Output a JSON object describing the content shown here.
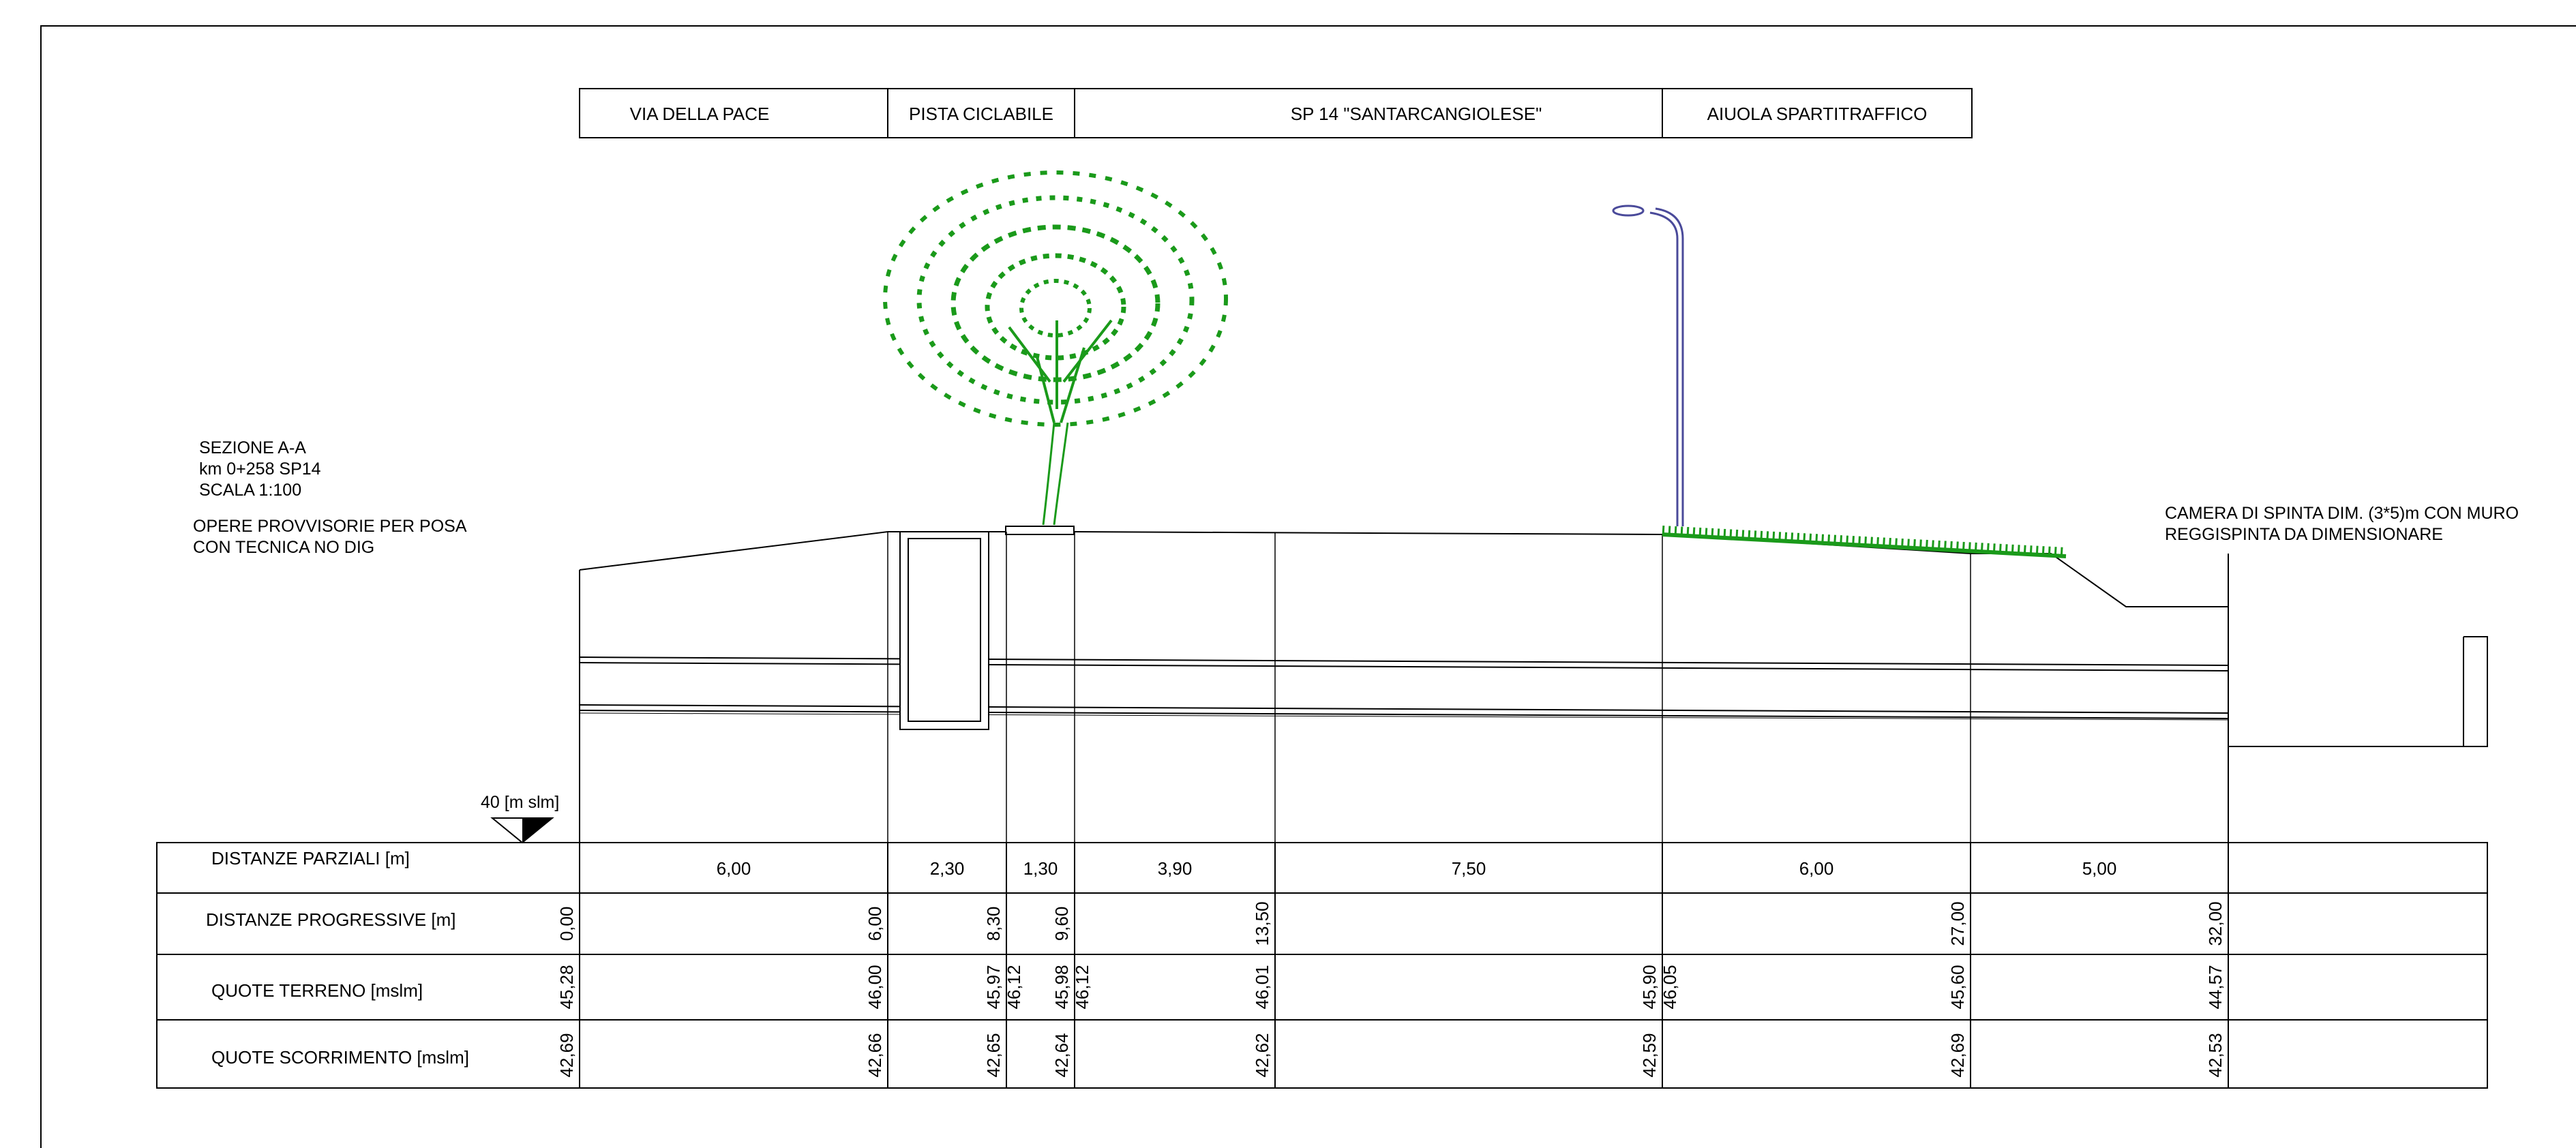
{
  "header": {
    "labels": [
      "VIA DELLA PACE",
      "PISTA CICLABILE",
      "SP 14 \"SANTARCANGIOLESE\"",
      "AIUOLA SPARTITRAFFICO"
    ]
  },
  "section_info": {
    "line1": "SEZIONE A-A",
    "line2": "km 0+258 SP14",
    "line3": "SCALA 1:100",
    "line4": "OPERE PROVVISORIE PER POSA",
    "line5": "CON TECNICA NO DIG"
  },
  "annotation": {
    "line1": "CAMERA DI SPINTA DIM. (3*5)m CON MURO",
    "line2": "REGGISPINTA DA DIMENSIONARE"
  },
  "datum": "40 [m slm]",
  "table": {
    "row_labels": [
      "DISTANZE PARZIALI  [m]",
      "DISTANZE PROGRESSIVE  [m]",
      "QUOTE TERRENO [mslm]",
      "QUOTE SCORRIMENTO [mslm]"
    ],
    "parziali": [
      "6,00",
      "2,30",
      "1,30",
      "3,90",
      "7,50",
      "6,00",
      "5,00"
    ],
    "progressive": [
      "0,00",
      "6,00",
      "8,30",
      "9,60",
      "13,50",
      "27,00",
      "32,00"
    ],
    "terreno": [
      "45,28",
      "46,00",
      "45,97",
      "46,12",
      "45,98",
      "46,12",
      "46,01",
      "45,90",
      "46,05",
      "45,60",
      "44,57"
    ],
    "scorrimento": [
      "42,69",
      "42,66",
      "42,65",
      "42,64",
      "42,62",
      "42,59",
      "42,69",
      "42,53"
    ]
  },
  "colors": {
    "line": "#000000",
    "vegetation": "#1a9a1a",
    "lamp": "#4a4a9a"
  }
}
